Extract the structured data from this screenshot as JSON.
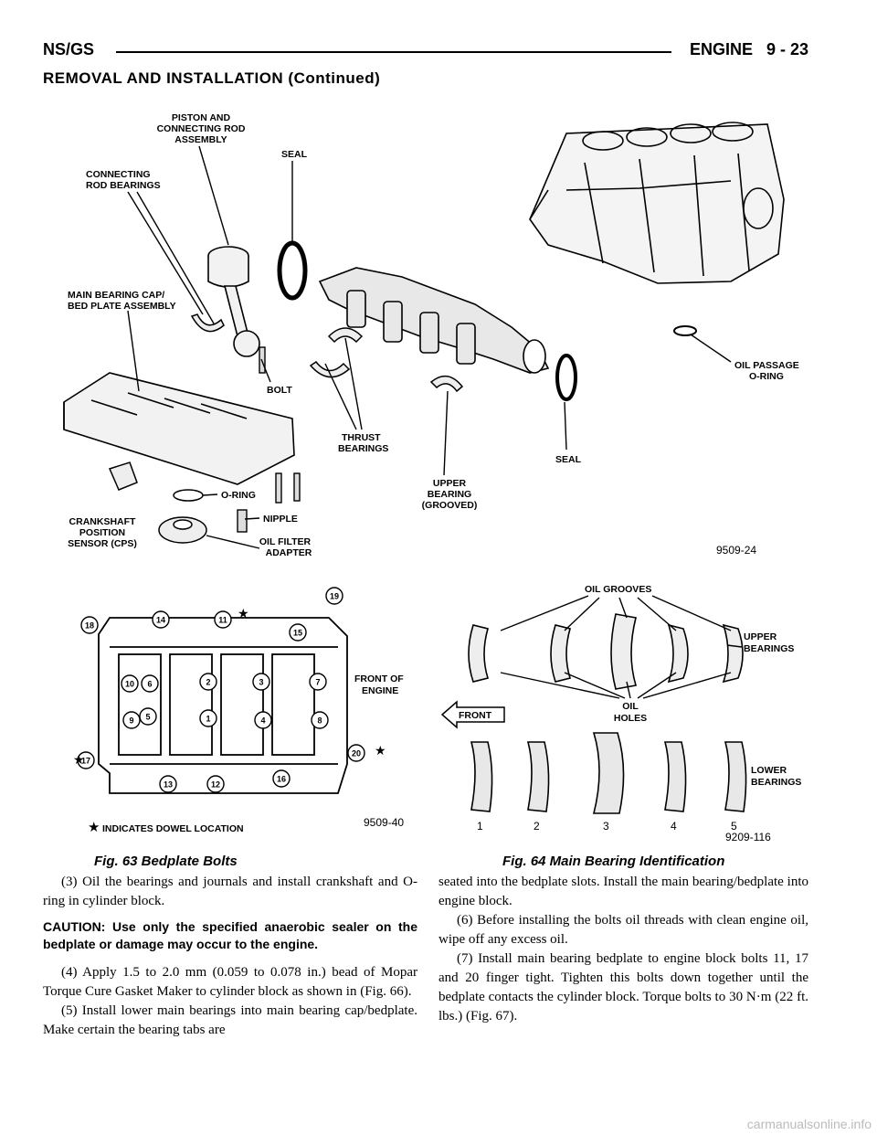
{
  "header": {
    "left": "NS/GS",
    "right": "ENGINE   9 - 23"
  },
  "subheading": "REMOVAL AND INSTALLATION (Continued)",
  "fig63_top": {
    "labels": {
      "piston": [
        "PISTON AND",
        "CONNECTING ROD",
        "ASSEMBLY"
      ],
      "seal_top": "SEAL",
      "rod_bearings": [
        "CONNECTING",
        "ROD BEARINGS"
      ],
      "main_cap": [
        "MAIN BEARING CAP/",
        "BED PLATE ASSEMBLY"
      ],
      "bolt": "BOLT",
      "thrust": [
        "THRUST",
        "BEARINGS"
      ],
      "upper": [
        "UPPER",
        "BEARING",
        "(GROOVED)"
      ],
      "seal_bottom": "SEAL",
      "oil_passage": [
        "OIL PASSAGE",
        "O-RING"
      ],
      "oring": "O-RING",
      "nipple": "NIPPLE",
      "cps": [
        "CRANKSHAFT",
        "POSITION",
        "SENSOR (CPS)"
      ],
      "oil_filter": [
        "OIL FILTER",
        "ADAPTER"
      ]
    },
    "code": "9509-24"
  },
  "fig63": {
    "caption": "Fig. 63 Bedplate Bolts",
    "front": [
      "FRONT OF",
      "ENGINE"
    ],
    "dowel_note": "INDICATES DOWEL LOCATION",
    "code": "9509-40",
    "bolts": [
      "1",
      "2",
      "3",
      "4",
      "5",
      "6",
      "7",
      "8",
      "9",
      "10",
      "11",
      "12",
      "13",
      "14",
      "15",
      "16",
      "17",
      "18",
      "19",
      "20"
    ]
  },
  "fig64": {
    "caption": "Fig. 64 Main Bearing Identification",
    "oil_grooves": "OIL GROOVES",
    "upper": [
      "UPPER",
      "BEARINGS"
    ],
    "oil_holes": [
      "OIL",
      "HOLES"
    ],
    "front": "FRONT",
    "lower": [
      "LOWER",
      "BEARINGS"
    ],
    "numbers": [
      "1",
      "2",
      "3",
      "4",
      "5"
    ],
    "code": "9209-116"
  },
  "text": {
    "p3": "(3) Oil the bearings and journals and install crankshaft and O-ring in cylinder block.",
    "caution": "CAUTION:  Use only the specified anaerobic sealer on the bedplate or damage may occur to the engine.",
    "p4": "(4) Apply 1.5 to 2.0 mm (0.059 to 0.078 in.) bead of Mopar Torque Cure Gasket Maker to cylinder block as shown in (Fig. 66).",
    "p5": "(5) Install lower main bearings into main bearing cap/bedplate. Make certain the bearing tabs are",
    "p5b": "seated into the bedplate slots. Install the main bearing/bedplate into engine block.",
    "p6": "(6) Before installing the bolts oil threads with clean engine oil, wipe off any excess oil.",
    "p7": "(7) Install main bearing bedplate to engine block bolts 11, 17 and 20 finger tight. Tighten this bolts down together until the bedplate contacts the cylinder block. Torque bolts to 30 N·m (22 ft. lbs.) (Fig. 67)."
  },
  "watermark": "carmanualsonline.info"
}
